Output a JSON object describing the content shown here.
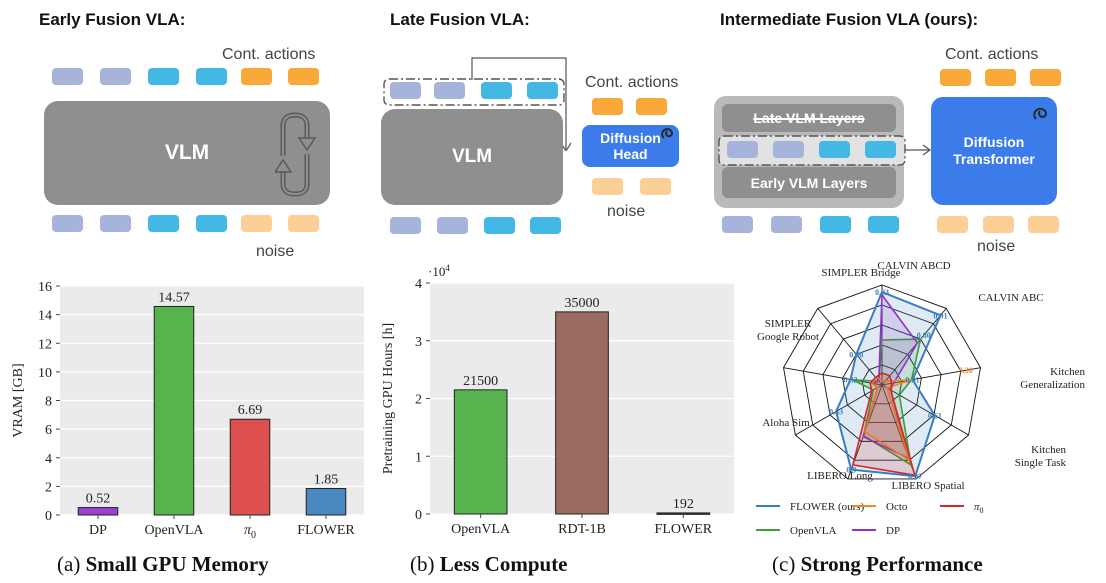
{
  "diagrams": {
    "early": {
      "title": "Early Fusion VLA:",
      "vlm": "VLM",
      "actions": "Cont. actions",
      "noise": "noise"
    },
    "late": {
      "title": "Late Fusion VLA:",
      "vlm": "VLM",
      "actions": "Cont. actions",
      "head": "Diffusion Head",
      "noise": "noise"
    },
    "intermediate": {
      "title": "Intermediate Fusion VLA (ours):",
      "late_layers": "Late VLM Layers",
      "early_layers": "Early VLM Layers",
      "actions": "Cont. actions",
      "transformer": "Diffusion Transformer",
      "noise": "noise"
    }
  },
  "colors": {
    "token_lavender": "#a6b4dc",
    "token_cyan": "#44b8e4",
    "token_orange": "#f9a93a",
    "token_orange_light": "#fbcf95",
    "vlm_gray": "#8f8f8f",
    "diffusion_blue": "#3c7bea"
  },
  "captions": {
    "a": {
      "prefix": "(a) ",
      "bold": "Small GPU Memory"
    },
    "b": {
      "prefix": "(b) ",
      "bold": "Less Compute"
    },
    "c": {
      "prefix": "(c) ",
      "bold": "Strong Performance"
    }
  },
  "chart_data": [
    {
      "type": "bar",
      "categories": [
        "DP",
        "OpenVLA",
        "π0",
        "FLOWER"
      ],
      "values": [
        0.52,
        14.57,
        6.69,
        1.85
      ],
      "value_labels": [
        "0.52",
        "14.57",
        "6.69",
        "1.85"
      ],
      "colors": [
        "#9b3fd6",
        "#56b34e",
        "#de5050",
        "#4a88c2"
      ],
      "ylabel": "VRAM [GB]",
      "ylim": [
        0,
        16
      ],
      "yticks": [
        0,
        2,
        4,
        6,
        8,
        10,
        12,
        14,
        16
      ],
      "grid": true
    },
    {
      "type": "bar",
      "categories": [
        "OpenVLA",
        "RDT-1B",
        "FLOWER"
      ],
      "values": [
        21500,
        35000,
        192
      ],
      "value_labels": [
        "21500",
        "35000",
        "192"
      ],
      "colors": [
        "#56b34e",
        "#9a6b60",
        "#444444"
      ],
      "ylabel": "Pretraining GPU Hours [h]",
      "ylim": [
        0,
        40000
      ],
      "yticks": [
        0,
        1,
        2,
        3,
        4
      ],
      "scale_label": "·10",
      "scale_exp": "4",
      "grid": true
    },
    {
      "type": "radar",
      "axes": [
        "CALVIN ABCD",
        "CALVIN ABC",
        "Kitchen Generalization",
        "Kitchen Single Task",
        "LIBERO Spatial",
        "LIBERO Long",
        "Aloha Sim",
        "SIMPLER Google Robot",
        "SIMPLER Bridge"
      ],
      "series": [
        {
          "name": "FLOWER (ours)",
          "color": "#3a7ebf",
          "values": [
            0.93,
            0.91,
            0.31,
            0.61,
            0.97,
            0.9,
            0.53,
            0.32,
            0.4
          ]
        },
        {
          "name": "Octo",
          "color": "#f08a24",
          "values": [
            0.05,
            0.05,
            0.3,
            0.06,
            0.8,
            0.5,
            0.05,
            0.1,
            0.1
          ]
        },
        {
          "name": "π0",
          "color": "#d62728",
          "values": [
            0.12,
            0.12,
            0.1,
            0.1,
            0.96,
            0.85,
            0.12,
            0.12,
            0.1
          ]
        },
        {
          "name": "OpenVLA",
          "color": "#3a9e3a",
          "values": [
            0.45,
            0.6,
            0.3,
            0.2,
            0.85,
            0.54,
            0.1,
            0.3,
            0.05
          ]
        },
        {
          "name": "DP",
          "color": "#8e34c9",
          "values": [
            0.9,
            0.55,
            0.12,
            0.1,
            0.78,
            0.55,
            0.05,
            0.1,
            0.05
          ]
        }
      ],
      "value_labels": [
        "0.93",
        "0.91",
        "0.31",
        "0.61",
        "0.97",
        "0.9",
        "0.53",
        "0.32",
        "0.40",
        "0.30",
        "0.80"
      ],
      "rlim": [
        0,
        1
      ],
      "grid": true,
      "legend_placement": "bottom"
    }
  ]
}
